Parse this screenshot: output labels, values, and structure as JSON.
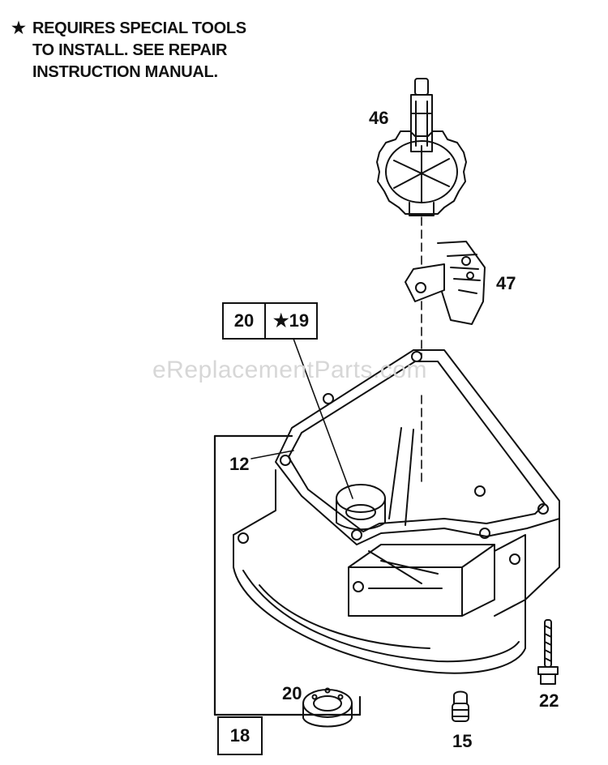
{
  "note": {
    "star": "★",
    "lines": [
      "REQUIRES SPECIAL TOOLS",
      "TO INSTALL.  SEE REPAIR",
      "INSTRUCTION MANUAL."
    ]
  },
  "watermark": "eReplacementParts.com",
  "callouts": {
    "p46": "46",
    "p47": "47",
    "p12": "12",
    "p20_seal": "20",
    "p22": "22",
    "p15": "15"
  },
  "boxes": {
    "kit_a": "20",
    "kit_b": "★19",
    "assembly": "18"
  }
}
